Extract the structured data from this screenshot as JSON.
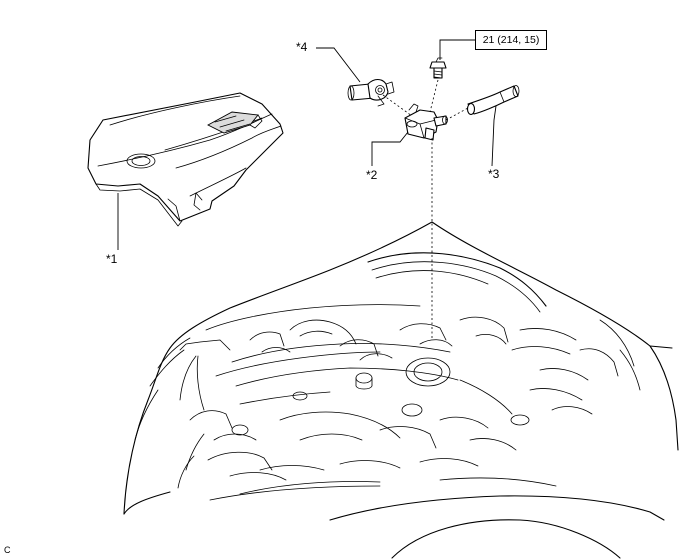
{
  "diagram": {
    "callouts": {
      "engine_cover": "*1",
      "vsv_assembly": "*2",
      "hose": "*3",
      "hose_clamp_assembly": "*4"
    },
    "torque_spec": "21 (214, 15)",
    "figure_code": "C"
  }
}
